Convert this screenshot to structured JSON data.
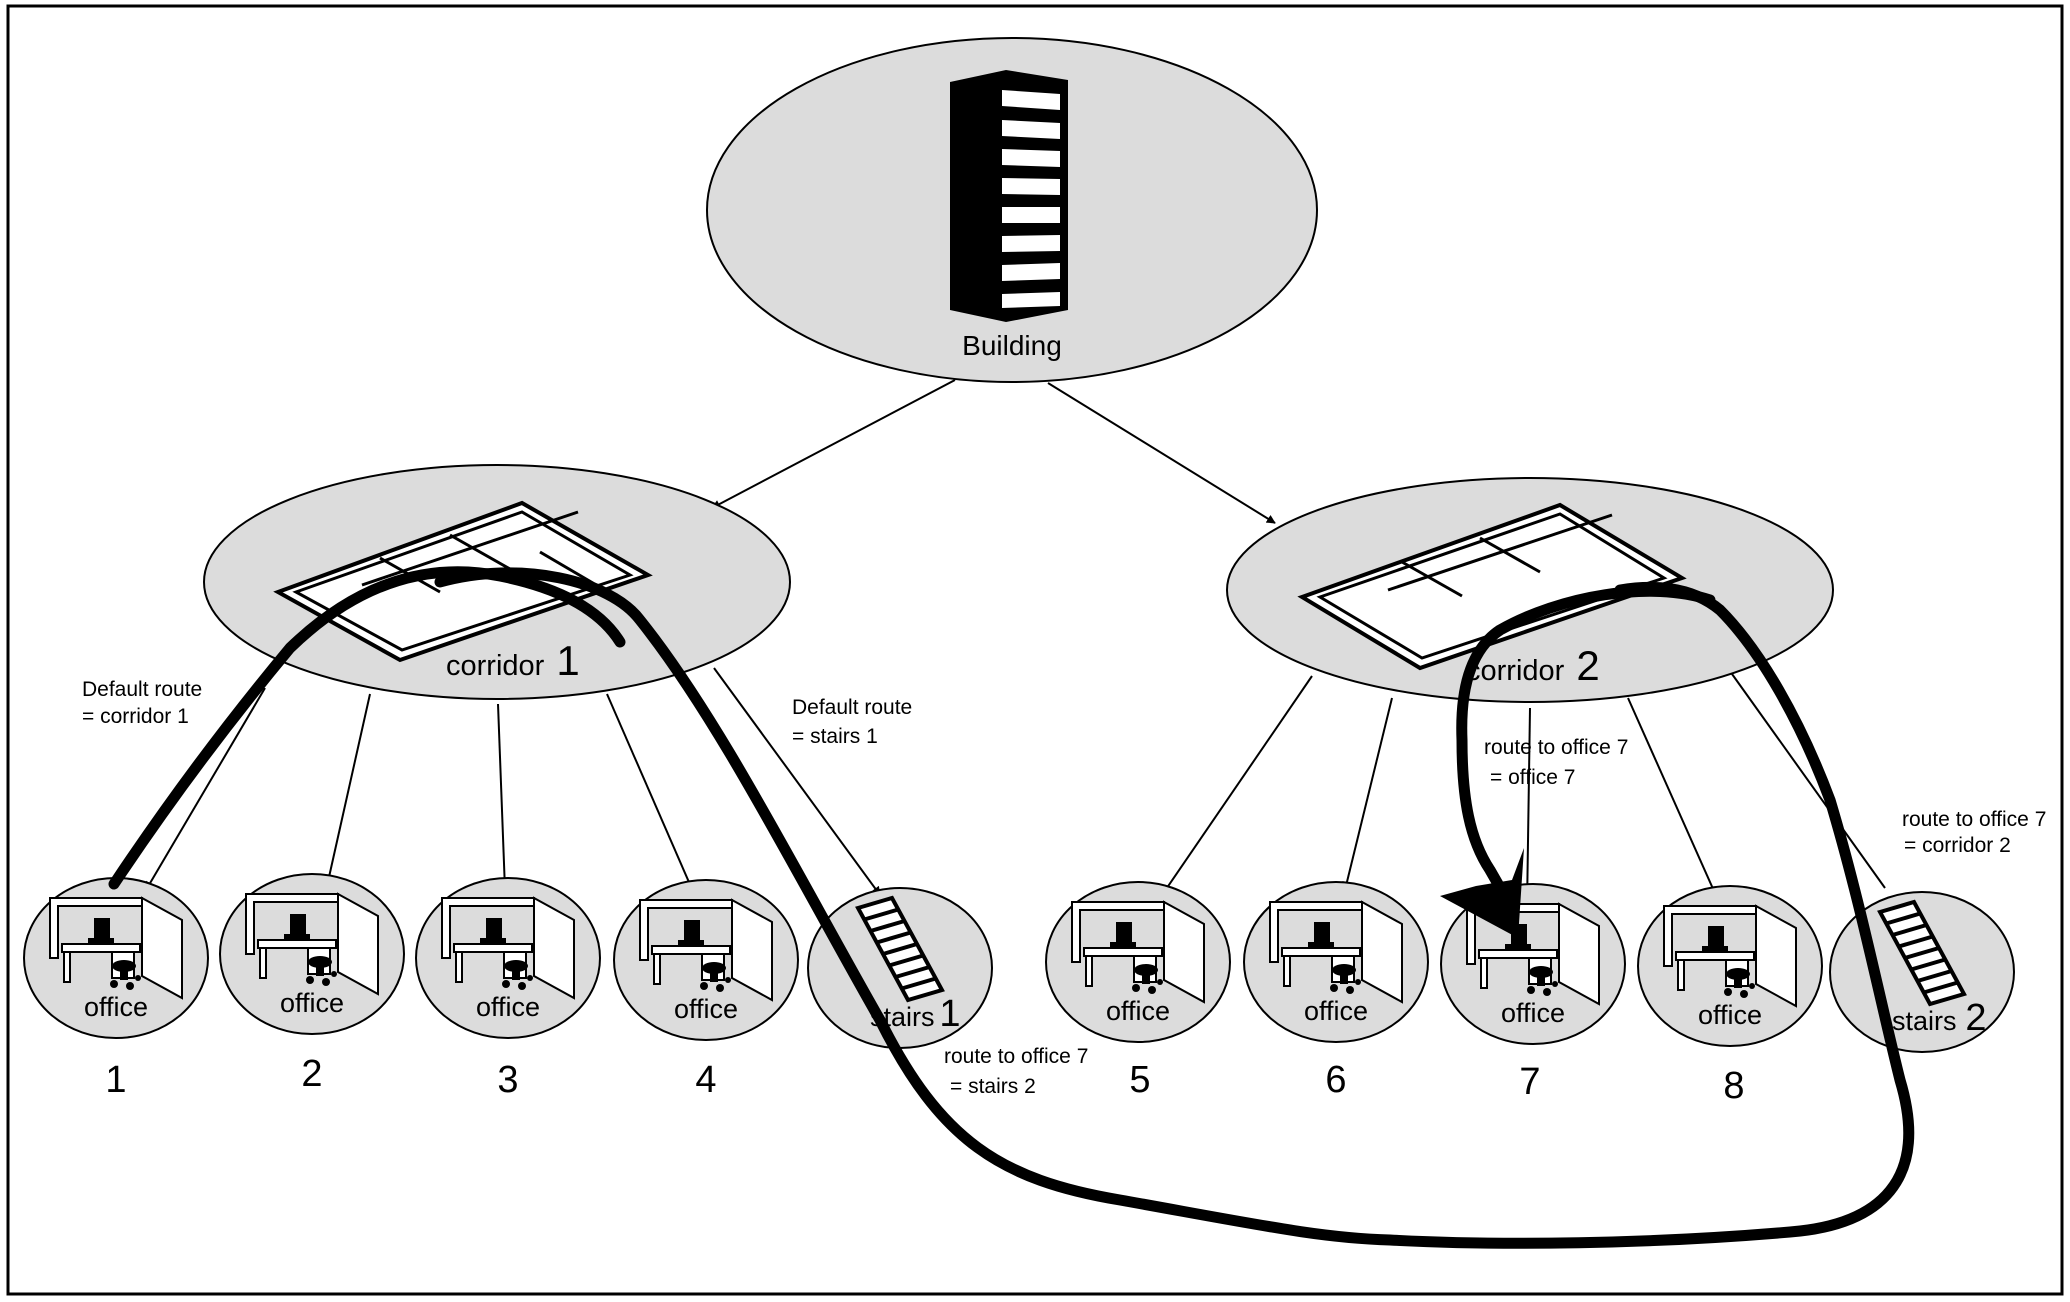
{
  "building": {
    "label": "Building"
  },
  "corridors": [
    {
      "label": "corridor",
      "number": "1"
    },
    {
      "label": "corridor",
      "number": "2"
    }
  ],
  "leaves": [
    {
      "label": "office",
      "number": "1",
      "icon": "office-cubicle-icon"
    },
    {
      "label": "office",
      "number": "2",
      "icon": "office-cubicle-icon"
    },
    {
      "label": "office",
      "number": "3",
      "icon": "office-cubicle-icon"
    },
    {
      "label": "office",
      "number": "4",
      "icon": "office-cubicle-icon"
    },
    {
      "label": "stairs",
      "number": "1",
      "icon": "stairs-icon"
    },
    {
      "label": "office",
      "number": "5",
      "icon": "office-cubicle-icon"
    },
    {
      "label": "office",
      "number": "6",
      "icon": "office-cubicle-icon"
    },
    {
      "label": "office",
      "number": "7",
      "icon": "office-cubicle-icon"
    },
    {
      "label": "office",
      "number": "8",
      "icon": "office-cubicle-icon"
    },
    {
      "label": "stairs",
      "number": "2",
      "icon": "stairs-icon"
    }
  ],
  "annotations": {
    "office1_default": {
      "line1": "Default route",
      "line2": "= corridor 1"
    },
    "stairs1_default": {
      "line1": "Default route",
      "line2": "= stairs 1"
    },
    "stairs1_route": {
      "line1": "route to office 7",
      "line2": "= stairs 2"
    },
    "corridor2_route": {
      "line1": "route to office 7",
      "line2": "= office 7"
    },
    "stairs2_route": {
      "line1": "route to office 7",
      "line2": "= corridor 2"
    }
  },
  "colors": {
    "node_fill": "#dcdcdc",
    "stroke": "#000000",
    "background": "#ffffff"
  }
}
